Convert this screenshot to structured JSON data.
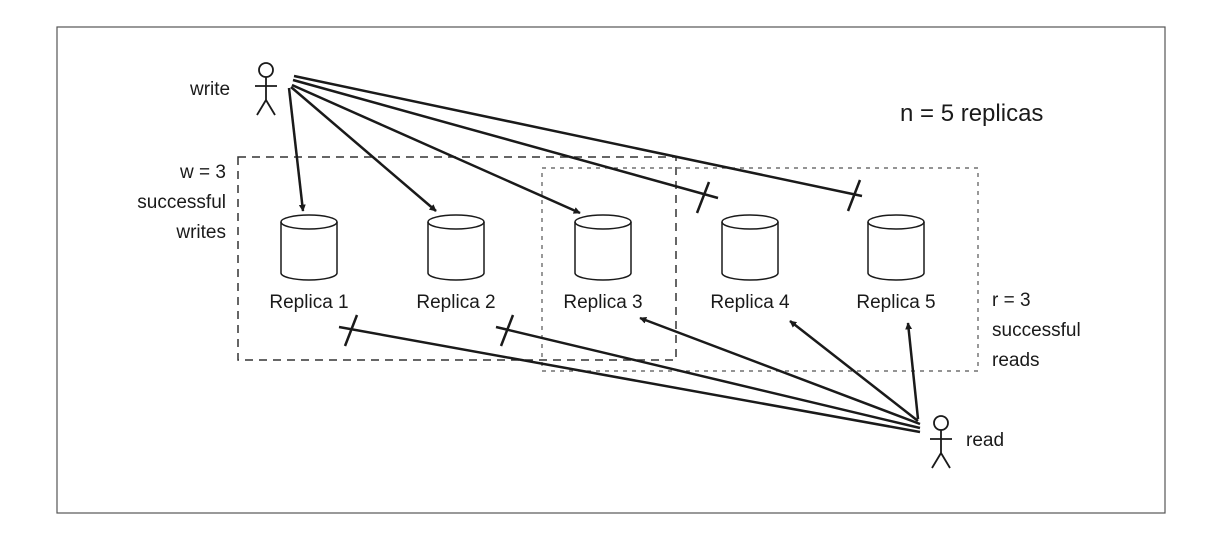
{
  "diagram": {
    "total_label": "n = 5 replicas",
    "write_actor_label": "write",
    "read_actor_label": "read",
    "write_quorum": {
      "line1": "w = 3",
      "line2": "successful",
      "line3": "writes"
    },
    "read_quorum": {
      "line1": "r = 3",
      "line2": "successful",
      "line3": "reads"
    },
    "replicas": [
      {
        "label": "Replica 1",
        "write_succeeded": true,
        "read_succeeded": false
      },
      {
        "label": "Replica 2",
        "write_succeeded": true,
        "read_succeeded": false
      },
      {
        "label": "Replica 3",
        "write_succeeded": true,
        "read_succeeded": true
      },
      {
        "label": "Replica 4",
        "write_succeeded": false,
        "read_succeeded": true
      },
      {
        "label": "Replica 5",
        "write_succeeded": false,
        "read_succeeded": true
      }
    ],
    "colors": {
      "ink": "#1a1a1a",
      "frame": "#555555",
      "background": "#ffffff"
    }
  }
}
